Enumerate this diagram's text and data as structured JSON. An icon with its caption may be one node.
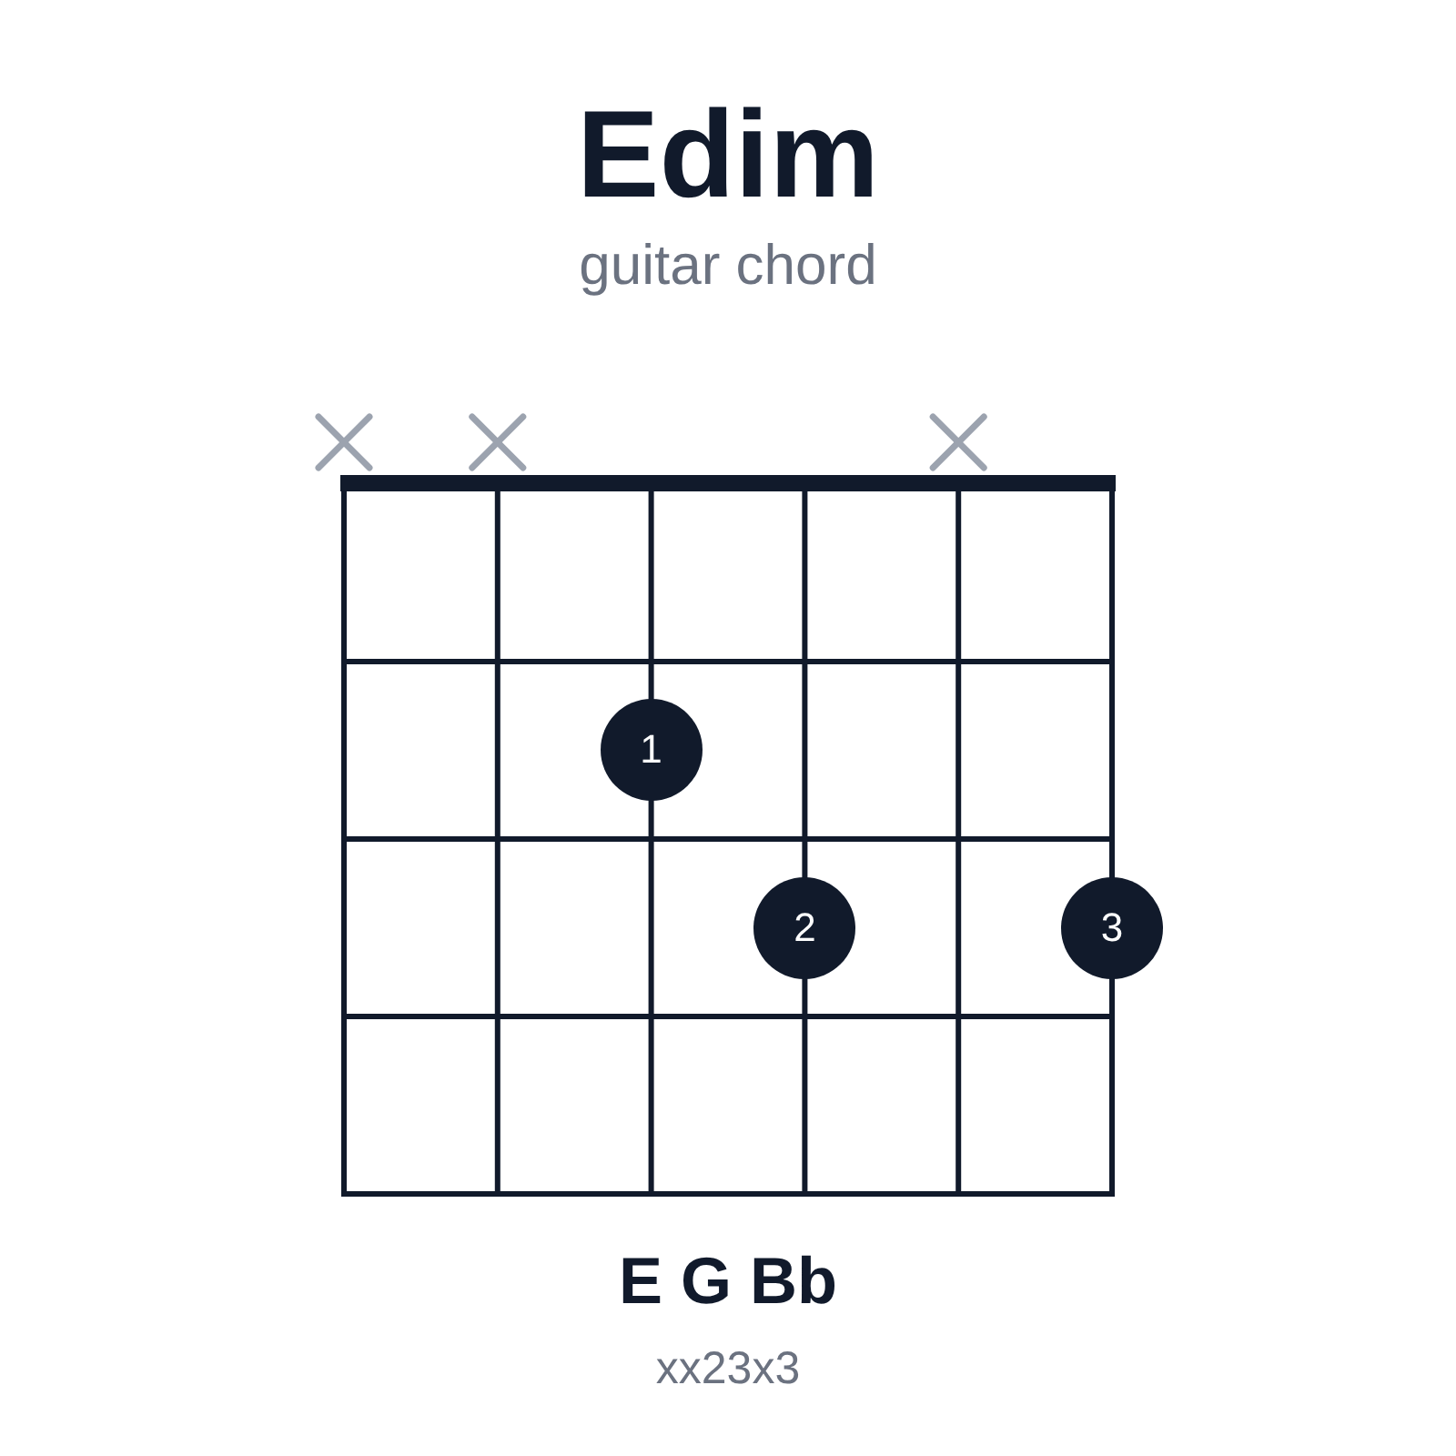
{
  "diagram": {
    "title": "Edim",
    "nodes": [
      {
        "text": [
          "1"
        ]
      },
      {
        "text": [
          "2"
        ]
      },
      {
        "text": [
          "3"
        ]
      }
    ],
    "labels": [
      "guitar chord",
      "E G Bb",
      "xx23x3"
    ]
  }
}
